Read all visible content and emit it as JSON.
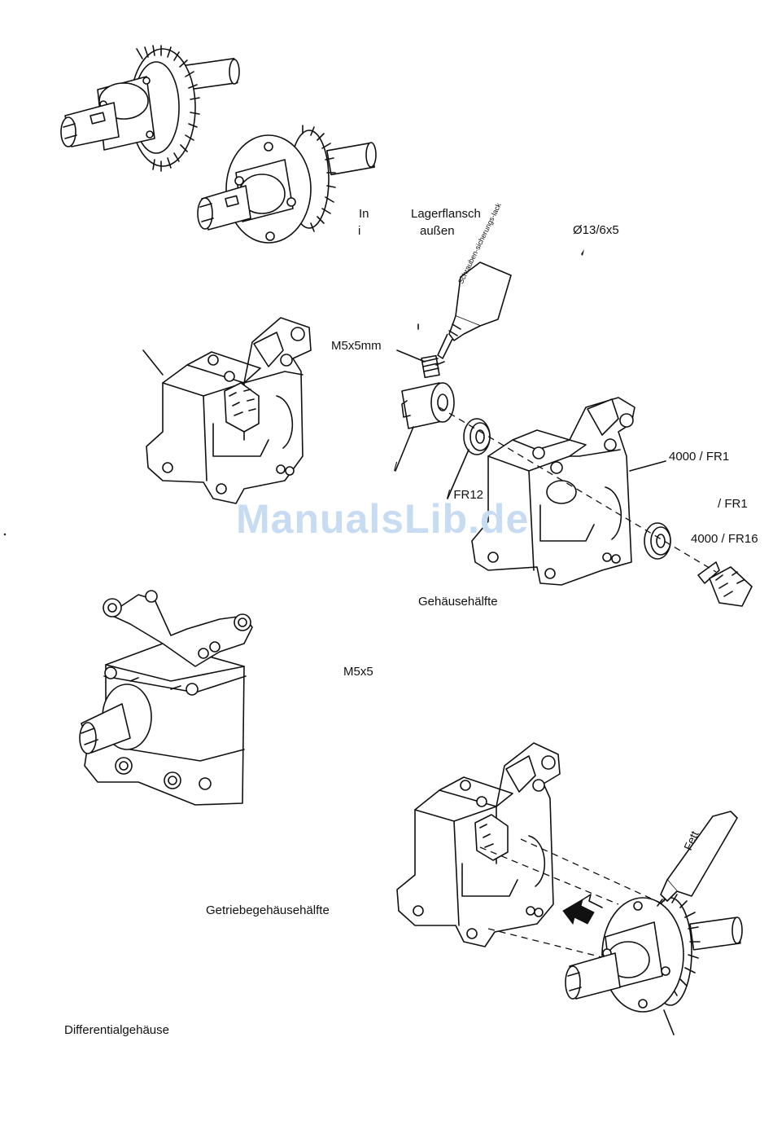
{
  "labels": {
    "in": "In",
    "in_sub": "i",
    "lagerflansch": "Lagerflansch",
    "aussen": "außen",
    "bearing_size": "Ø13/6x5",
    "m5x5mm": "M5x5mm",
    "schrauben_label": "Schrauben-sicherungs-lack",
    "fr1_a": "4000 / FR1",
    "fr1_b": "/ FR1",
    "fr12": "/ FR12",
    "fr16": "4000 / FR16",
    "gehaeusehaelfte": "Gehäusehälfte",
    "m5x5": "M5x5",
    "getriebegehaeusehaelfte": "Getriebegehäusehälfte",
    "differentialgehaeuse": "Differentialgehäuse",
    "fett": "Fett",
    "slash": "/"
  },
  "watermark": "ManualsLib.de",
  "colors": {
    "ink": "#111111",
    "watermark": "#c7dcf3",
    "background": "#ffffff"
  }
}
